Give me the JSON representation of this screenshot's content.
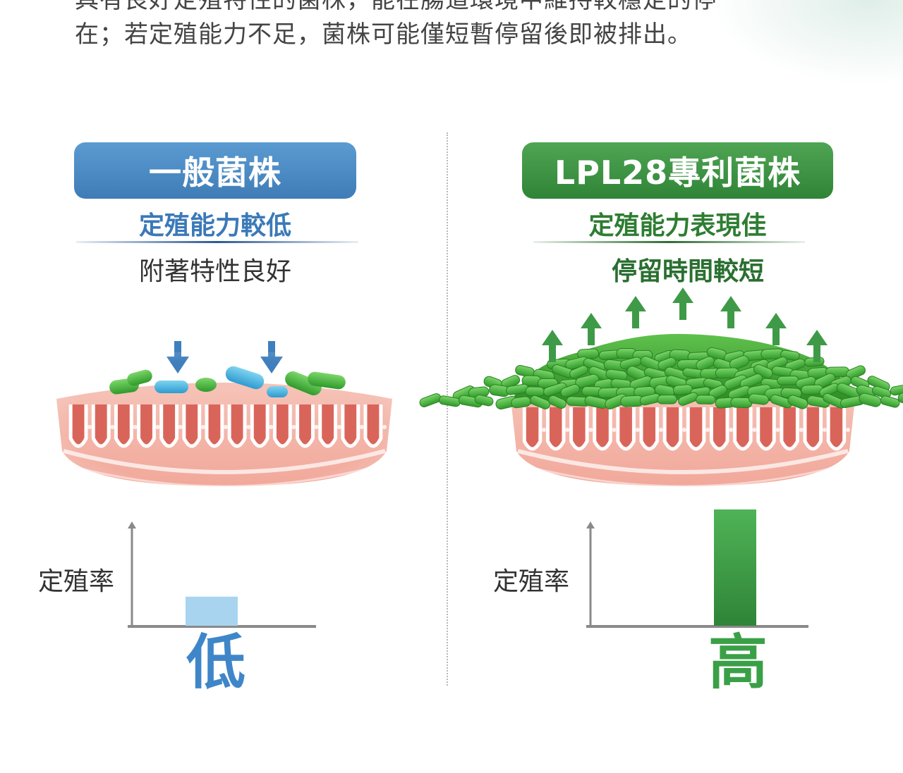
{
  "intro": {
    "line1": "具有良好定殖特性的菌株，能在腸道環境中維持較穩定的停",
    "line2": "在；若定殖能力不足，菌株可能僅短暫停留後即被排出。"
  },
  "left_panel": {
    "title": "一般菌株",
    "subtitle": "定殖能力較低",
    "caption": "附著特性良好",
    "color": "#3f7cb7"
  },
  "right_panel": {
    "title": "LPL28專利菌株",
    "subtitle": "定殖能力表現佳",
    "caption": "停留時間較短",
    "color": "#2f8437"
  },
  "icons": {
    "left_arrows": "arrow-down-icon",
    "right_arrows": "arrow-up-icon"
  },
  "chart_data": [
    {
      "type": "bar",
      "ylabel": "定殖率",
      "categories": [
        "低"
      ],
      "values": [
        0.25
      ],
      "ylim": [
        0,
        1
      ],
      "bar_color": "#a8d4f0"
    },
    {
      "type": "bar",
      "ylabel": "定殖率",
      "categories": [
        "高"
      ],
      "values": [
        1.0
      ],
      "ylim": [
        0,
        1
      ],
      "bar_color": "#3f9a48"
    }
  ]
}
